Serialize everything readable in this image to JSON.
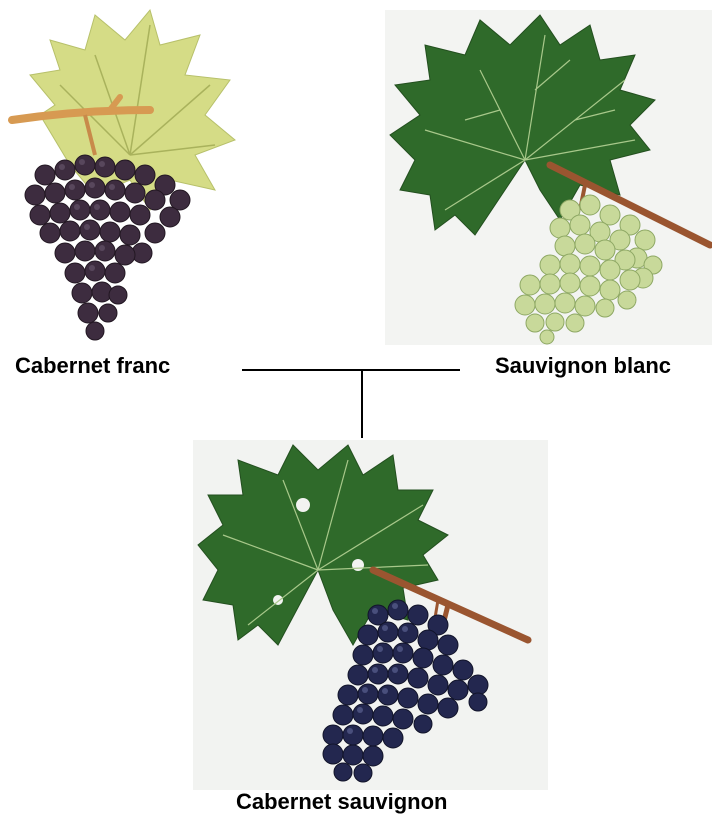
{
  "parents": [
    {
      "name": "Cabernet franc",
      "icon": "cabernet-franc-grape-illustration",
      "berry_color": "#3d2c3f",
      "leaf_color": "#d8e08a"
    },
    {
      "name": "Sauvignon blanc",
      "icon": "sauvignon-blanc-grape-illustration",
      "berry_color": "#c8d99a",
      "leaf_color": "#2f6a2a"
    }
  ],
  "offspring": {
    "name": "Cabernet sauvignon",
    "icon": "cabernet-sauvignon-grape-illustration",
    "berry_color": "#23274f",
    "leaf_color": "#2f6a2a"
  },
  "colors": {
    "line": "#000000",
    "label": "#000000",
    "background": "#ffffff"
  }
}
